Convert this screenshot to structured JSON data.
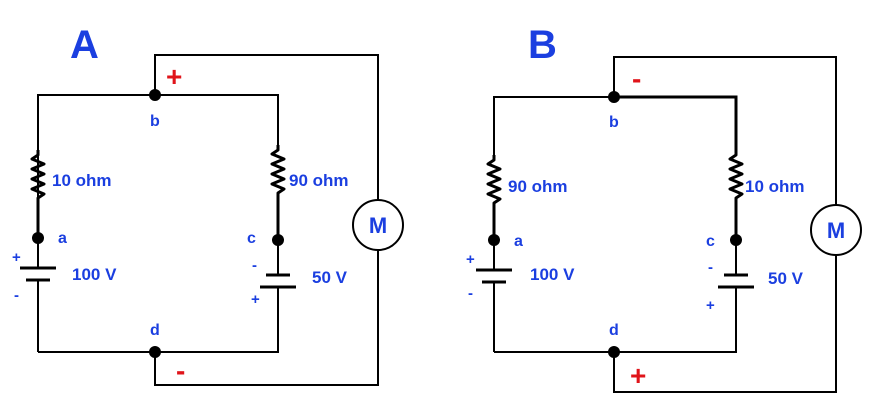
{
  "circuit_a": {
    "title": "A",
    "left_resistor": "10 ohm",
    "right_resistor": "90 ohm",
    "left_battery": "100 V",
    "right_battery": "50 V",
    "node_a": "a",
    "node_b": "b",
    "node_c": "c",
    "node_d": "d",
    "meter": "M",
    "top_polarity": "+",
    "bottom_polarity": "-",
    "left_batt_plus": "+",
    "left_batt_minus": "-",
    "right_batt_minus": "-",
    "right_batt_plus": "+"
  },
  "circuit_b": {
    "title": "B",
    "left_resistor": "90 ohm",
    "right_resistor": "10 ohm",
    "left_battery": "100 V",
    "right_battery": "50 V",
    "node_a": "a",
    "node_b": "b",
    "node_c": "c",
    "node_d": "d",
    "meter": "M",
    "top_polarity": "-",
    "bottom_polarity": "+",
    "left_batt_plus": "+",
    "left_batt_minus": "-",
    "right_batt_minus": "-",
    "right_batt_plus": "+"
  },
  "colors": {
    "label_blue": "#1b3fe0",
    "polarity_red": "#e0141a",
    "wire": "#000000"
  }
}
